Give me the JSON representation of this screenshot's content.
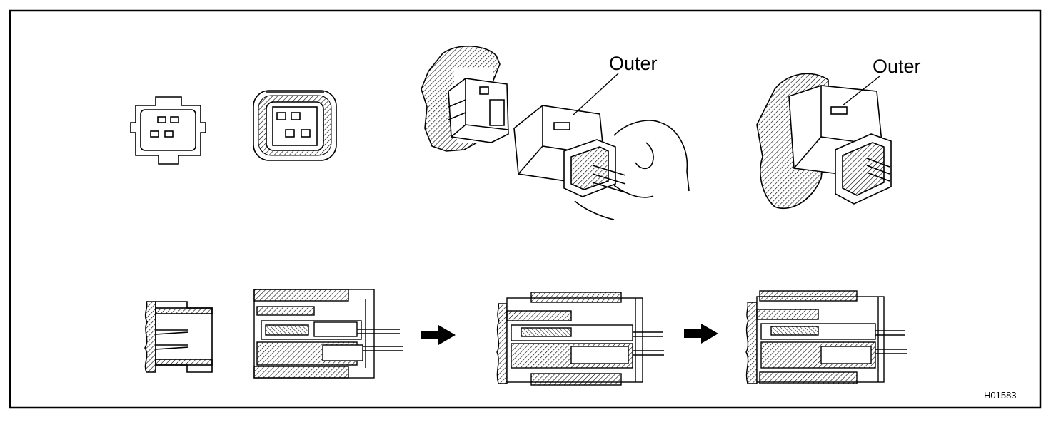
{
  "labels": {
    "outer_1": "Outer",
    "outer_2": "Outer",
    "figure_code": "H01583"
  },
  "colors": {
    "line": "#000000",
    "background": "#ffffff"
  },
  "icons": [
    "right-arrow-icon",
    "right-arrow-icon"
  ]
}
